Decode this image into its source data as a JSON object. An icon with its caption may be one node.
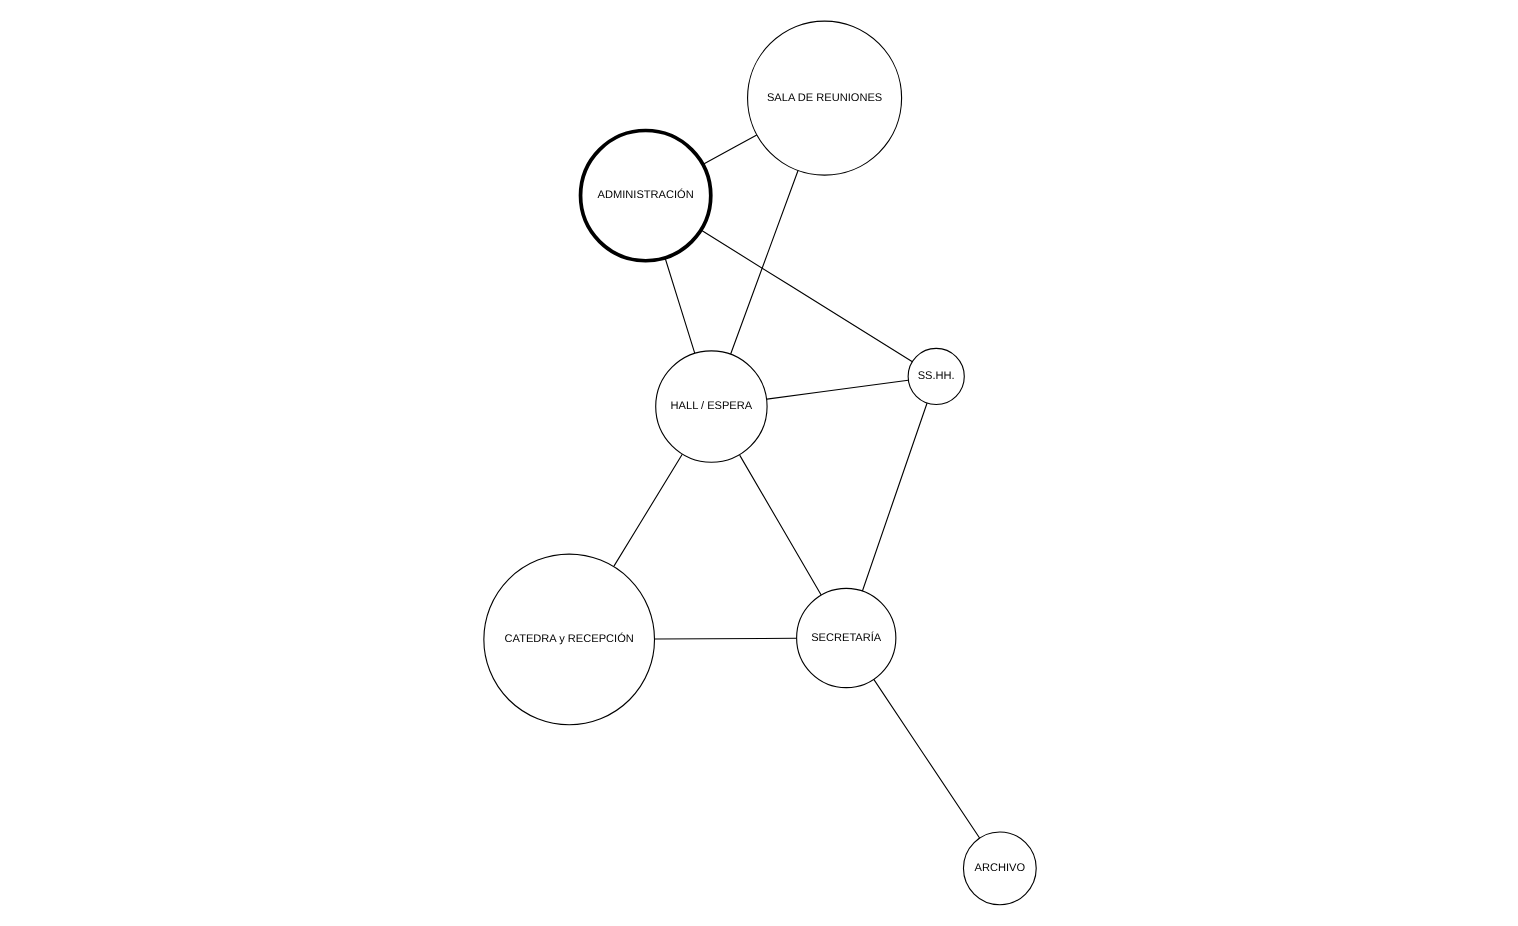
{
  "diagram": {
    "nodes": [
      {
        "text": [
          "ADMINISTRACIÓN"
        ]
      },
      {
        "text": [
          "SS.HH."
        ]
      },
      {
        "text": [
          "ARCHIVO"
        ]
      },
      {
        "text": [
          "SALA DE REUNIONES"
        ]
      },
      {
        "text": [
          "HALL / ESPERA"
        ]
      },
      {
        "text": [
          "SECRETARÍA"
        ]
      },
      {
        "text": [
          "CATEDRA y RECEPCIÓN"
        ]
      }
    ],
    "edges": [
      {
        "from": 0,
        "to": 1,
        "arrow": "none"
      },
      {
        "from": 0,
        "to": 3,
        "arrow": "none"
      },
      {
        "from": 0,
        "to": 4,
        "arrow": "none"
      },
      {
        "from": 1,
        "to": 4,
        "arrow": "none"
      },
      {
        "from": 1,
        "to": 5,
        "arrow": "none"
      },
      {
        "from": 2,
        "to": 5,
        "arrow": "none"
      },
      {
        "from": 3,
        "to": 4,
        "arrow": "none"
      },
      {
        "from": 4,
        "to": 5,
        "arrow": "none"
      },
      {
        "from": 4,
        "to": 6,
        "arrow": "none"
      },
      {
        "from": 5,
        "to": 6,
        "arrow": "none"
      }
    ]
  }
}
